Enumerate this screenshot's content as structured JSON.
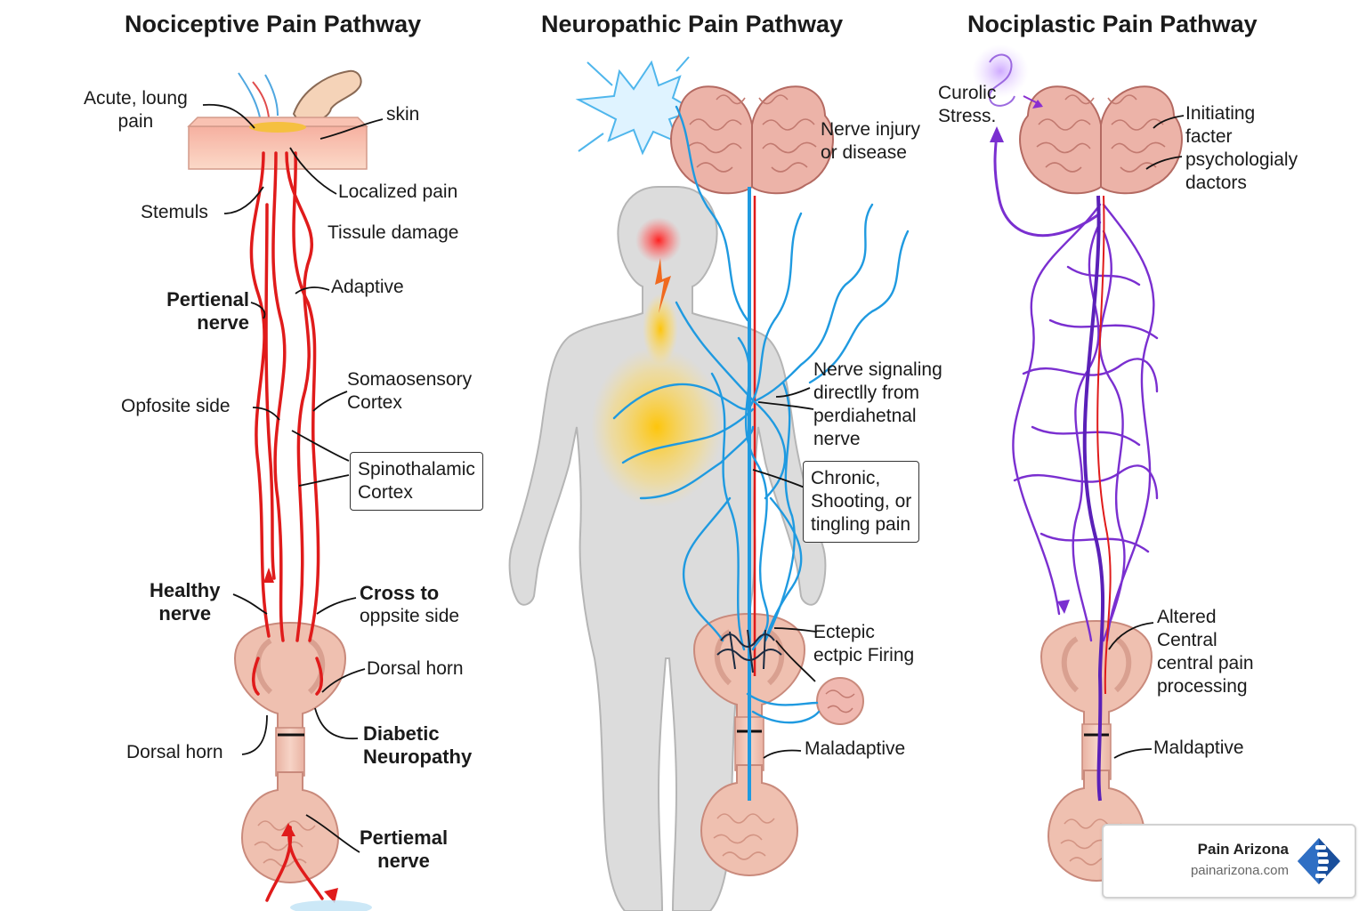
{
  "panels": [
    {
      "title": "Nociceptive Pain Pathway",
      "labels": {
        "acute": "Acute, loung\npain",
        "skin": "skin",
        "localized": "Localized pain",
        "stimulus": "Stemuls",
        "tissue": "Tissule damage",
        "adaptive": "Adaptive",
        "pertienal": "Pertienal\nnerve",
        "somato": "Somaosensory\nCortex",
        "opposite": "Opfosite side",
        "spino": "Spinothalamic\nCortex",
        "healthy": "Healthy\nnerve",
        "cross_bold": "Cross to",
        "cross_rest": "oppsite side",
        "dorsal_right": "Dorsal horn",
        "dorsal_left": "Dorsal horn",
        "diabetic": "Diabetic\nNeuropathy",
        "pertiemal": "Pertiemal\nnerve"
      }
    },
    {
      "title": "Neuropathic Pain Pathway",
      "labels": {
        "injury": "Nerve injury\nor disease",
        "signaling": "Nerve signaling\ndirectlly from\nperdiahetnal\nnerve",
        "chronic": "Chronic,\nShooting, or\ntingling pain",
        "ectopic": "Ectepic\nectpic Firing",
        "maladaptive": "Maladaptive"
      }
    },
    {
      "title": "Nociplastic Pain Pathway",
      "labels": {
        "stress": "Curolic\nStress.",
        "initiating": "Initiating\nfacter\npsychologialy\ndactors",
        "altered": "Altered\nCentral\ncentral pain\nprocessing",
        "maladaptive": "Maldaptive"
      }
    }
  ],
  "brand": {
    "name": "Pain Arizona",
    "url": "painarizona.com"
  },
  "colors": {
    "nerve_red": "#e01b1b",
    "nerve_blue": "#1f9ae0",
    "nerve_purple": "#7a2fd0",
    "tissue_pink": "#f2c4b4",
    "brain": "#eab0a6",
    "body": "#d9d9d9",
    "brand_blue": "#1a4f9c"
  }
}
